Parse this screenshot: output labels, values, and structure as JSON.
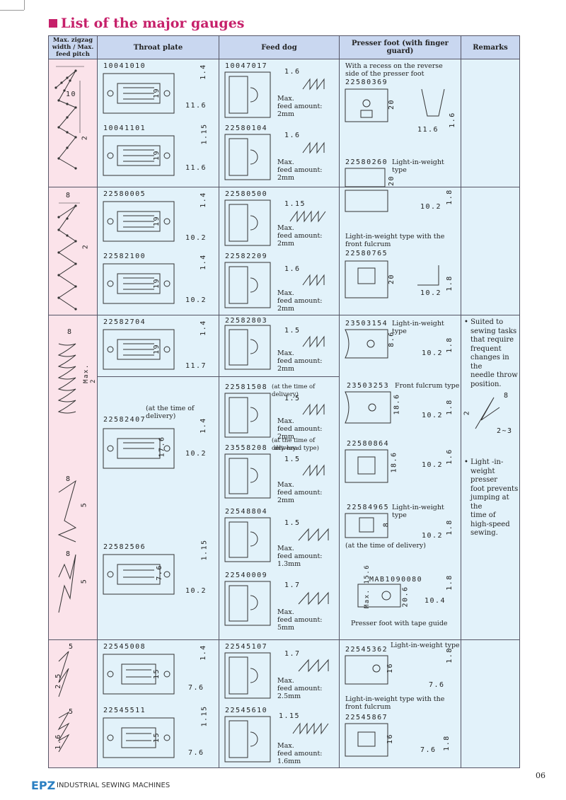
{
  "page": {
    "title": "List of the major gauges",
    "footer_logo": "EPZ",
    "footer_text": "INDUSTRIAL SEWING MACHINES",
    "page_number": "06"
  },
  "colors": {
    "title": "#c6206a",
    "header_bg": "#c9d7f0",
    "zigzag_col": "#fbe3ea",
    "content_bg": "#e2f2fa"
  },
  "headers": {
    "zigzag": "Max. zigzag width / Max. feed pitch",
    "throat": "Throat plate",
    "feed": "Feed dog",
    "presser": "Presser foot (with finger guard)",
    "remarks": "Remarks"
  },
  "groups": [
    {
      "zig_dims": [
        "10",
        "2"
      ],
      "throat": [
        {
          "part": "10041010",
          "dims": [
            "1.4",
            "19",
            "11.6"
          ]
        },
        {
          "part": "10041101",
          "dims": [
            "1.15",
            "19",
            "11.6"
          ]
        }
      ],
      "feed": [
        {
          "part": "10047017",
          "pitch": "1.6",
          "note": "Max.",
          "note2": "feed amount: 2mm"
        },
        {
          "part": "22580104",
          "pitch": "1.6",
          "note": "Max.",
          "note2": "feed amount: 2mm"
        }
      ],
      "presser": [
        {
          "pre": "With a recess on the reverse side of the presser foot",
          "part": "22580369",
          "label": "",
          "dims": [
            "20",
            "11.6",
            "1.6"
          ]
        },
        {
          "pre": "",
          "part": "22580260",
          "label": "Light-in-weight type",
          "dims": [
            "20",
            "10.2",
            "1.8"
          ]
        }
      ]
    },
    {
      "zig_dims": [
        "8",
        "2"
      ],
      "throat": [
        {
          "part": "22580005",
          "dims": [
            "1.4",
            "19",
            "10.2"
          ]
        },
        {
          "part": "22582100",
          "dims": [
            "1.4",
            "19",
            "10.2"
          ]
        }
      ],
      "feed": [
        {
          "part": "22580500",
          "pitch": "1.15",
          "note": "Max.",
          "note2": "feed amount: 2mm"
        },
        {
          "part": "22582209",
          "pitch": "1.6",
          "note": "Max.",
          "note2": "feed amount: 2mm"
        }
      ],
      "presser": [
        {
          "pre": "Light-in-weight type with the front fulcrum",
          "part": "22580765",
          "label": "",
          "dims": [
            "20",
            "10.2",
            "1.8"
          ]
        }
      ]
    },
    {
      "zig_dims": [
        "8",
        "Max. 2",
        "8",
        "5",
        "8",
        "5"
      ],
      "throat": [
        {
          "part": "22582704",
          "dims": [
            "1.4",
            "19",
            "11.7"
          ]
        },
        {
          "pre": "(at the time of delivery)",
          "part": "22582407",
          "dims": [
            "1.4",
            "17.6",
            "10.2"
          ]
        },
        {
          "part": "22582506",
          "dims": [
            "1.15",
            "7.6",
            "10.2"
          ]
        }
      ],
      "feed": [
        {
          "part": "22582803",
          "pitch": "1.5",
          "note": "Max.",
          "note2": "feed amount: 2mm"
        },
        {
          "part": "22581508",
          "suffix": "(at the time of delivery)",
          "pitch": "1.5",
          "note": "Max.",
          "note2": "feed amount: 2mm"
        },
        {
          "pre": "(at the time of delivery:",
          "pre2": "dry-head type)",
          "part": "23558208",
          "pitch": "1.5",
          "note": "Max.",
          "note2": "feed amount: 2mm"
        },
        {
          "part": "22548804",
          "pitch": "1.5",
          "note": "Max.",
          "note2": "feed amount: 1.3mm"
        },
        {
          "part": "22540009",
          "pitch": "1.7",
          "note": "Max.",
          "note2": "feed amount: 5mm"
        }
      ],
      "presser": [
        {
          "part": "23503154",
          "label": "Light-in-weight type",
          "dims": [
            "8.6",
            "10.2",
            "1.8"
          ]
        },
        {
          "part": "23503253",
          "label": "Front fulcrum type",
          "dims": [
            "18.6",
            "10.2",
            "1.8"
          ]
        },
        {
          "part": "22580864",
          "label": "",
          "dims": [
            "18.6",
            "10.2",
            "1.6"
          ]
        },
        {
          "part": "22584965",
          "label": "Light-in-weight type",
          "post": "(at the time of delivery)",
          "dims": [
            "8",
            "10.2",
            "1.8"
          ]
        },
        {
          "part": "MAB1090080",
          "label": "",
          "maxlabel": "Max. 15.6",
          "post": "Presser foot with tape guide",
          "dims": [
            "20.6",
            "10.4",
            "1.8"
          ]
        }
      ],
      "remarks": [
        [
          "• Suited to",
          "sewing tasks",
          "that require",
          "frequent",
          "changes in the",
          "needle throw",
          "position."
        ],
        [
          "• Light -in-",
          "weight presser",
          "foot prevents",
          "jumping at the",
          "time of",
          "high-speed",
          "sewing."
        ]
      ],
      "remarks_dims": [
        "8",
        "2",
        "2~3"
      ]
    },
    {
      "zig_dims": [
        "5",
        "2.5",
        "5",
        "1.6"
      ],
      "throat": [
        {
          "part": "22545008",
          "dims": [
            "1.4",
            "15",
            "7.6"
          ]
        },
        {
          "part": "22545511",
          "dims": [
            "1.15",
            "15",
            "7.6"
          ]
        }
      ],
      "feed": [
        {
          "part": "22545107",
          "pitch": "1.7",
          "note": "Max.",
          "note2": "feed amount: 2.5mm"
        },
        {
          "part": "22545610",
          "pitch": "1.15",
          "note": "Max.",
          "note2": "feed amount: 1.6mm"
        }
      ],
      "presser": [
        {
          "part": "22545362",
          "label": "Light-in-weight type",
          "dims": [
            "16",
            "7.6",
            "1.8"
          ]
        },
        {
          "pre": "Light-in-weight type with the front fulcrum",
          "part": "22545867",
          "label": "",
          "dims": [
            "16",
            "7.6",
            "1.8"
          ]
        }
      ]
    }
  ]
}
